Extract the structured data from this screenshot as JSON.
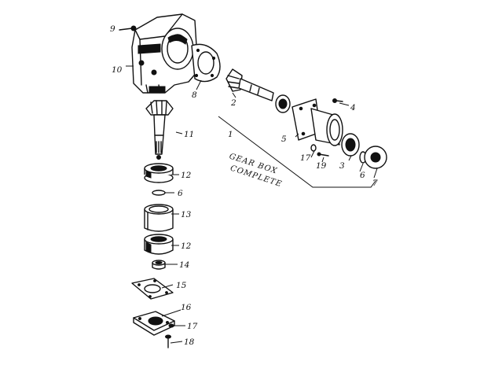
{
  "caption": {
    "line1": "GEAR BOX",
    "line2": "COMPLETE"
  },
  "callouts": [
    {
      "id": "c-1",
      "text": "1"
    },
    {
      "id": "c-2",
      "text": "2"
    },
    {
      "id": "c-3",
      "text": "3"
    },
    {
      "id": "c-4",
      "text": "4"
    },
    {
      "id": "c-5",
      "text": "5"
    },
    {
      "id": "c-6a",
      "text": "6"
    },
    {
      "id": "c-6b",
      "text": "6"
    },
    {
      "id": "c-7",
      "text": "7"
    },
    {
      "id": "c-8",
      "text": "8"
    },
    {
      "id": "c-9",
      "text": "9"
    },
    {
      "id": "c-10",
      "text": "10"
    },
    {
      "id": "c-11",
      "text": "11"
    },
    {
      "id": "c-12a",
      "text": "12"
    },
    {
      "id": "c-12b",
      "text": "12"
    },
    {
      "id": "c-13",
      "text": "13"
    },
    {
      "id": "c-14",
      "text": "14"
    },
    {
      "id": "c-15",
      "text": "15"
    },
    {
      "id": "c-16",
      "text": "16"
    },
    {
      "id": "c-17a",
      "text": "17"
    },
    {
      "id": "c-17b",
      "text": "17"
    },
    {
      "id": "c-18",
      "text": "18"
    },
    {
      "id": "c-19",
      "text": "19"
    }
  ]
}
